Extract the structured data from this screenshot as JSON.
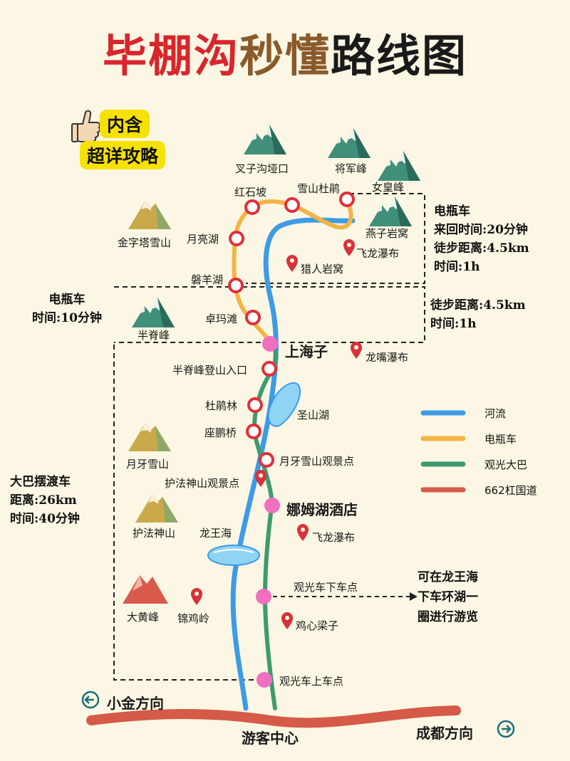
{
  "title": {
    "part1": "毕棚沟",
    "part2": "秒懂",
    "part3": "路线图"
  },
  "badge": {
    "line1": "内含",
    "line2": "超详攻略"
  },
  "colors": {
    "river": "#3d9be6",
    "ebike": "#f3b445",
    "bus": "#3f9a6f",
    "road": "#d55a47",
    "stop": "#e02f3a",
    "hub": "#f06fc0"
  },
  "stops": {
    "hongshipo": "红石坡",
    "xueshandujuan": "雪山杜鹃",
    "yueliang_hu": "月亮湖",
    "panyang_hu": "磐羊湖",
    "zhuomatan": "卓玛滩",
    "shanghaizi": "上海子",
    "banjifeng_entry": "半脊峰登山入口",
    "dujuanlin": "杜鹃林",
    "zuopengqiao": "座鹏桥",
    "yueya_view": "月牙雪山观景点",
    "hufa_view": "护法神山观景点",
    "namu_hotel": "娜姆湖酒店",
    "alight": "观光车下车点",
    "board": "观光车上车点",
    "visitor_center": "游客中心"
  },
  "places": {
    "chazigou": "叉子沟垭口",
    "jiangjunfeng": "将军峰",
    "nvhuangfeng": "女皇峰",
    "jinzita": "金字塔雪山",
    "yanziyanwo": "燕子岩窝",
    "feilong1": "飞龙瀑布",
    "lieren": "猎人岩窝",
    "banjifeng": "半脊峰",
    "longzui": "龙嘴瀑布",
    "shengshanhu": "圣山湖",
    "yueya": "月牙雪山",
    "hufa": "护法神山",
    "longwanghai": "龙王海",
    "feilong2": "飞龙瀑布",
    "dahuangfeng": "大黄峰",
    "jinjiling": "锦鸡岭",
    "jixinliangzi": "鸡心梁子"
  },
  "directions": {
    "xiaojin": "小金方向",
    "chengdu": "成都方向"
  },
  "notes": {
    "ebike_upper_title": "电瓶车",
    "ebike_upper_time": "来回时间:20分钟",
    "ebike_upper_walk": "徒步距离:4.5km",
    "ebike_upper_walk_time": "时间:1h",
    "ebike_lower_title": "电瓶车",
    "ebike_lower_time": "时间:10分钟",
    "walk_mid_dist": "徒步距离:4.5km",
    "walk_mid_time": "时间:1h",
    "bus_title": "大巴摆渡车",
    "bus_dist": "距离:26km",
    "bus_time": "时间:40分钟",
    "loop_line1": "可在龙王海",
    "loop_line2": "下车环湖一",
    "loop_line3": "圈进行游览"
  },
  "legend": [
    {
      "label": "河流",
      "color": "#3d9be6"
    },
    {
      "label": "电瓶车",
      "color": "#f3b445"
    },
    {
      "label": "观光大巴",
      "color": "#3f9a6f"
    },
    {
      "label": "662杠国道",
      "color": "#d55a47"
    }
  ]
}
